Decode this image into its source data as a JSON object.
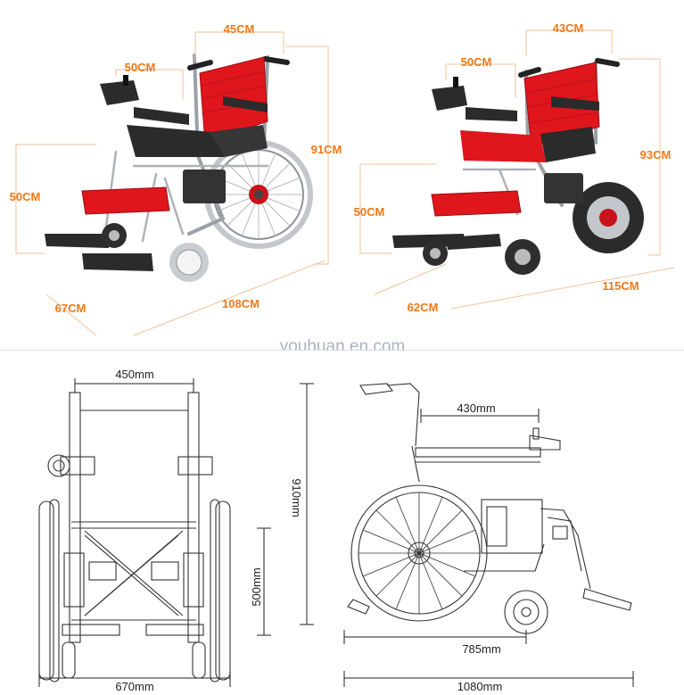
{
  "photo_left": {
    "width_top": "45CM",
    "armrest": "50CM",
    "height": "91CM",
    "seat_height": "50CM",
    "length": "108CM",
    "width": "67CM"
  },
  "photo_right": {
    "width_top": "43CM",
    "armrest": "50CM",
    "height": "93CM",
    "seat_height": "50CM",
    "length": "115CM",
    "width": "62CM"
  },
  "watermark": "youhuan.en.com",
  "drawing_front": {
    "seat_width": "450mm",
    "seat_height": "500mm",
    "overall_width": "670mm"
  },
  "drawing_side": {
    "seat_depth": "430mm",
    "overall_height": "910mm",
    "wheelbase": "785mm",
    "overall_length": "1080mm"
  },
  "colors": {
    "dimension_orange": "#f07818",
    "seat_red": "#e0161d",
    "frame_silver": "#9aa0a6",
    "wheel_dark": "#2b2b2b",
    "watermark_gray": "#a9b3bf"
  }
}
